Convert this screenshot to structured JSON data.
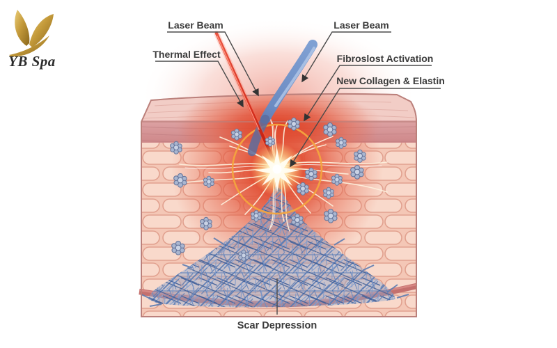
{
  "logo": {
    "brand": "YB Spa",
    "icon": "gold-butterfly"
  },
  "diagram": {
    "title_context": "laser scar treatment skin cross-section",
    "labels": {
      "laser_beam_left": "Laser Beam",
      "thermal_effect": "Thermal Effect",
      "laser_beam_right": "Laser Beam",
      "fibroblast_activation": "Fibroslost Activation",
      "new_collagen_elastin": "New Collagen & Elastin",
      "scar_depression": "Scar Depression"
    },
    "colors": {
      "laser_red": "#d43a28",
      "laser_blue": "#6d8fc6",
      "thermal_ring_orange": "#f2a53c",
      "glow_core": "#fffdf2",
      "epidermis_pink": "#d79597",
      "dermis_pink": "#f7d2c4",
      "cell_outline": "#e2a18f",
      "collagen_blue": "#5b7cb4",
      "vessel_band": "#c4706e",
      "thermal_glow_red": "#e14a31",
      "label_text": "#3b3b3b",
      "logo_gold": "#c19a3f"
    }
  }
}
